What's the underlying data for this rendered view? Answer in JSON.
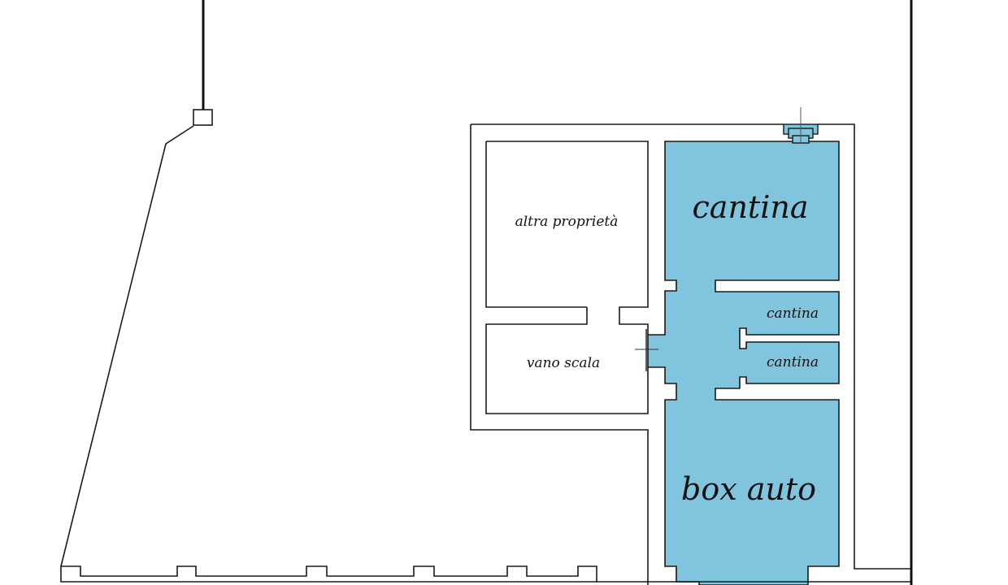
{
  "plan": {
    "colors": {
      "background": "#ffffff",
      "wall": "#1a1a1a",
      "highlight": "#80c4de"
    },
    "labels": {
      "cantina_main": "cantina",
      "altra_proprieta": "altra proprietà",
      "vano_scala": "vano scala",
      "cantina_small_1": "cantina",
      "cantina_small_2": "cantina",
      "box_auto": "box auto"
    }
  }
}
